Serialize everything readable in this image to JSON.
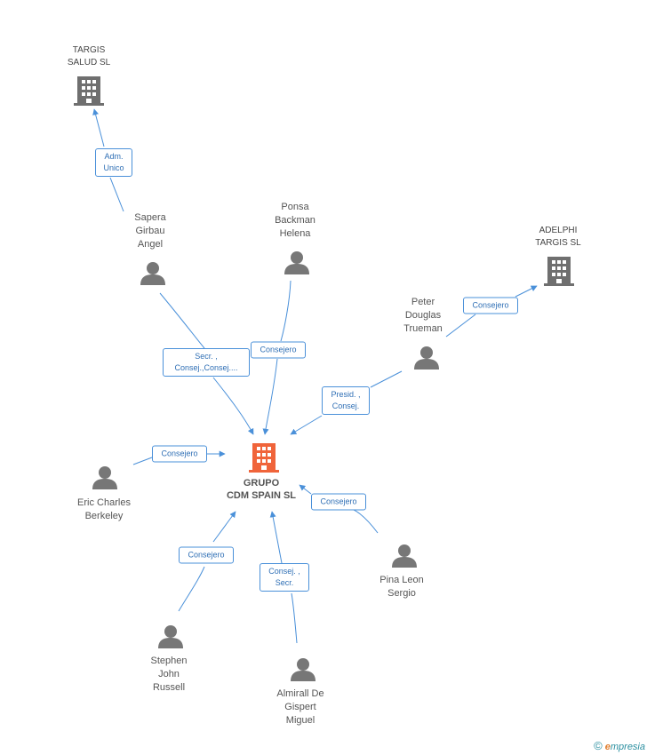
{
  "main": {
    "name": "GRUPO\nCDM SPAIN  SL",
    "color": "#f0643a"
  },
  "companies": [
    {
      "id": "targis",
      "name": "TARGIS\nSALUD SL"
    },
    {
      "id": "adelphi",
      "name": "ADELPHI\nTARGIS SL"
    }
  ],
  "people": [
    {
      "id": "sapera",
      "name": "Sapera\nGirbau\nAngel"
    },
    {
      "id": "ponsa",
      "name": "Ponsa\nBackman\nHelena"
    },
    {
      "id": "peter",
      "name": "Peter\nDouglas\nTrueman"
    },
    {
      "id": "eric",
      "name": "Eric Charles\nBerkeley"
    },
    {
      "id": "pina",
      "name": "Pina Leon\nSergio"
    },
    {
      "id": "stephen",
      "name": "Stephen\nJohn\nRussell"
    },
    {
      "id": "almirall",
      "name": "Almirall De\nGispert\nMiguel"
    }
  ],
  "relations": [
    {
      "id": "sapera-targis",
      "label": "Adm.\nUnico"
    },
    {
      "id": "peter-adelphi",
      "label": "Consejero"
    },
    {
      "id": "sapera-main",
      "label": "Secr. ,\nConsej.,Consej...."
    },
    {
      "id": "ponsa-main",
      "label": "Consejero"
    },
    {
      "id": "peter-main",
      "label": "Presid. ,\nConsej."
    },
    {
      "id": "eric-main",
      "label": "Consejero"
    },
    {
      "id": "pina-main",
      "label": "Consejero"
    },
    {
      "id": "stephen-main",
      "label": "Consejero"
    },
    {
      "id": "almirall-main",
      "label": "Consej. ,\nSecr."
    }
  ],
  "colors": {
    "edge": "#4a90d9",
    "icon": "#777777",
    "building": "#6f6f6f"
  },
  "footer": {
    "copyright": "©",
    "brand_e": "e",
    "brand_rest": "mpresia"
  }
}
